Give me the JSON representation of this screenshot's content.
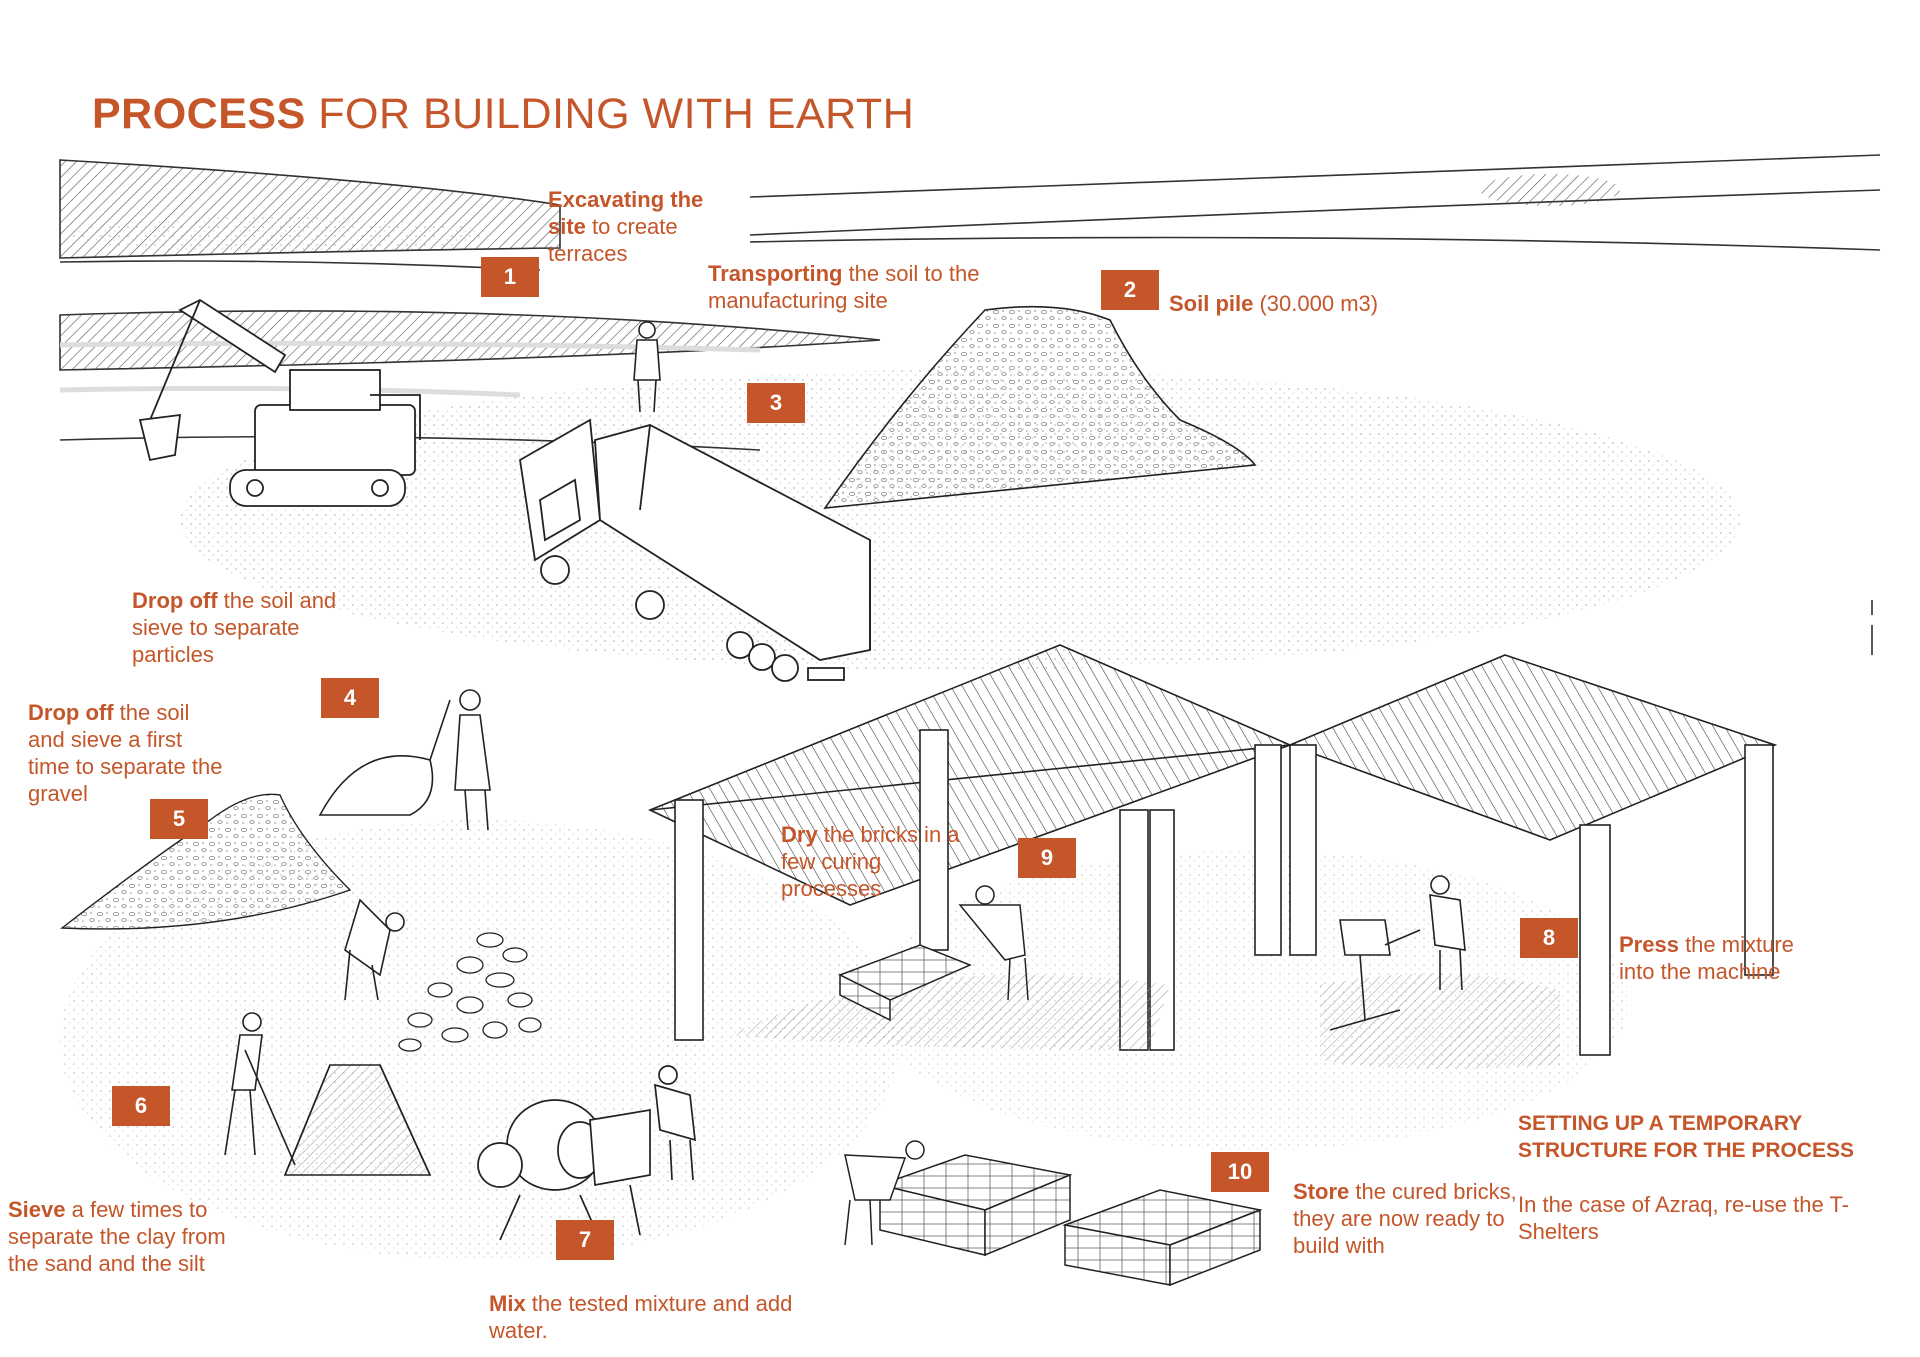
{
  "title": {
    "bold": "PROCESS",
    "rest": "FOR BUILDING WITH EARTH"
  },
  "steps": [
    {
      "num": "1",
      "strong": "Excavating the site",
      "rest": " to create terraces"
    },
    {
      "num": "2",
      "strong": "Soil pile",
      "rest": " (30.000 m3)"
    },
    {
      "num": "3",
      "strong": "Transporting",
      "rest": " the soil to the manufacturing site"
    },
    {
      "num": "4",
      "strong": "Drop off",
      "rest": " the soil and sieve to separate particles"
    },
    {
      "num": "5",
      "strong": "Drop off",
      "rest": " the soil and sieve a first time to separate the gravel"
    },
    {
      "num": "6",
      "strong": "Sieve",
      "rest": " a few times to separate the clay from the sand and the silt"
    },
    {
      "num": "7",
      "strong": "Mix",
      "rest": " the tested mixture and add water."
    },
    {
      "num": "8",
      "strong": "Press",
      "rest": " the mixture into the machine"
    },
    {
      "num": "9",
      "strong": "Dry",
      "rest": " the bricks in a few curing processes"
    },
    {
      "num": "10",
      "strong": "Store",
      "rest": " the cured bricks, they are now ready to build with"
    }
  ],
  "structure": {
    "heading": "SETTING UP A TEMPORARY STRUCTURE FOR THE PROCESS",
    "note": "In the case of Azraq, re-use the T-Shelters"
  },
  "colors": {
    "accent": "#c4562a",
    "line": "#333333",
    "dots": "#bdbdbd"
  }
}
